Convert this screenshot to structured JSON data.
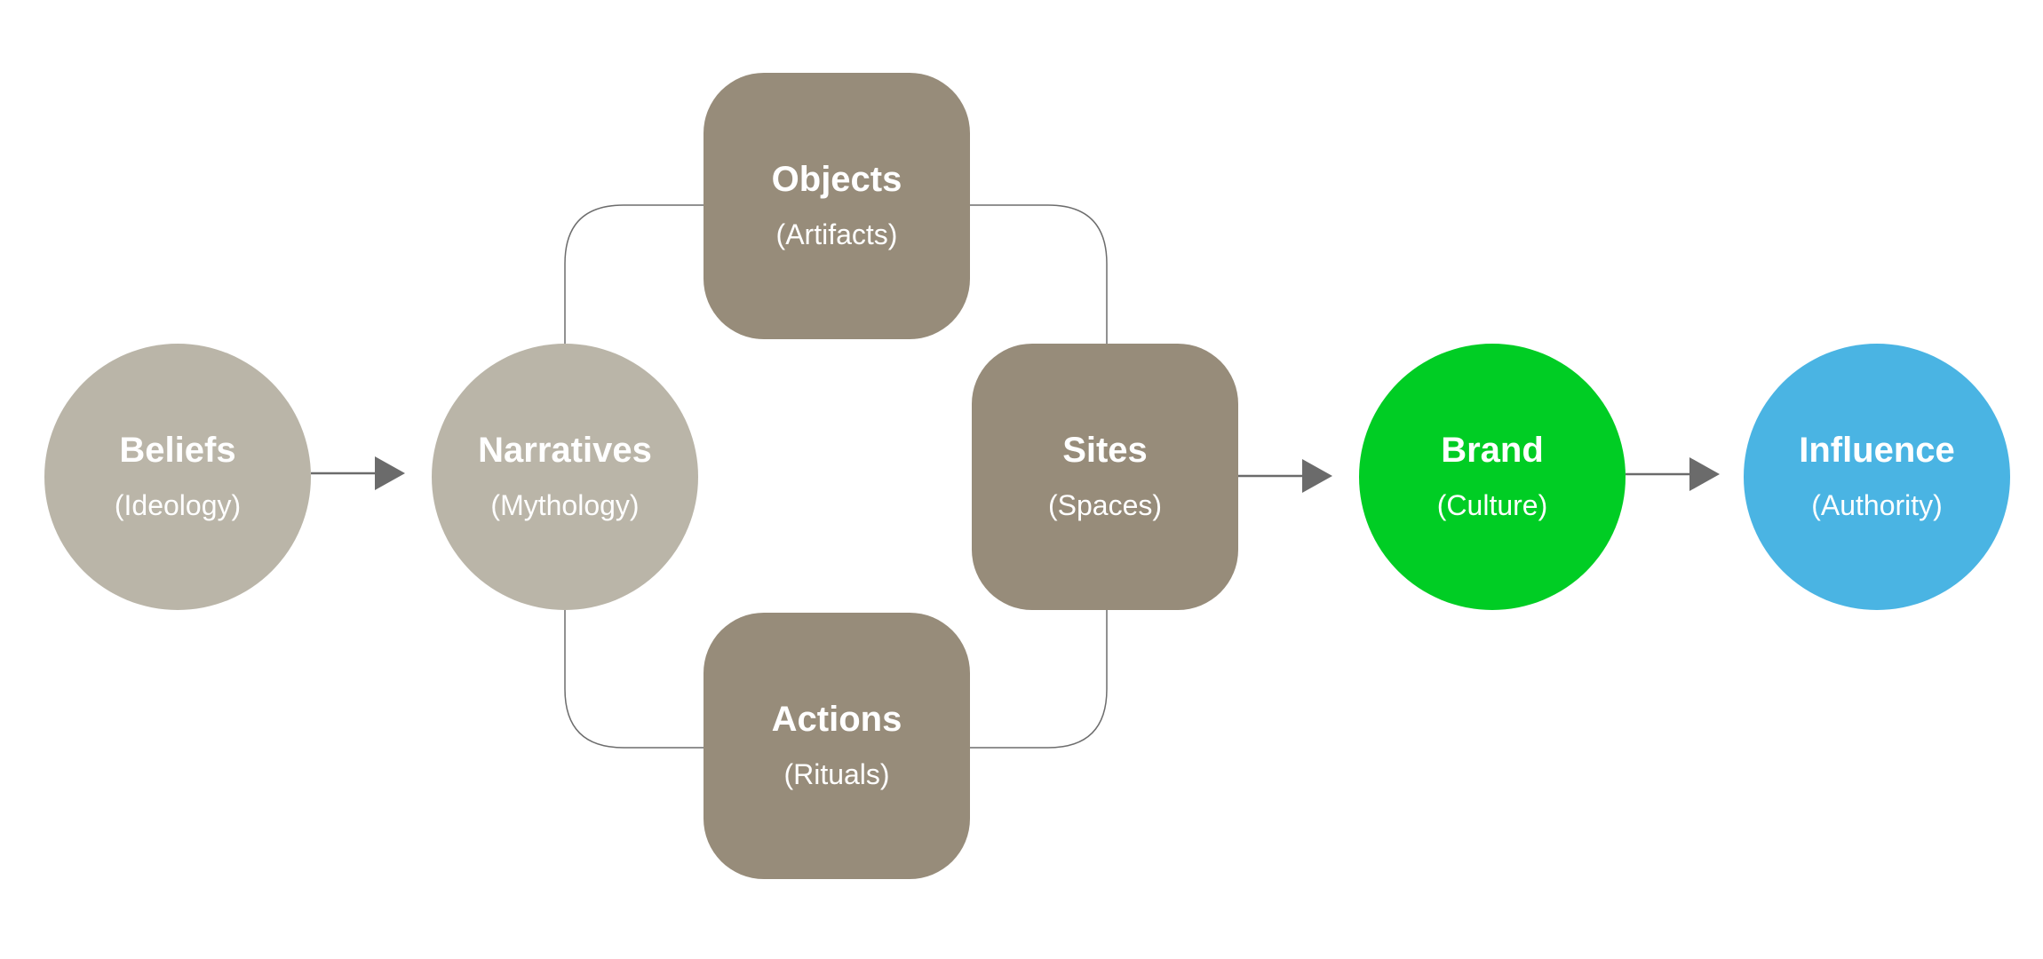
{
  "colors": {
    "light_taupe": "#bab5a8",
    "dark_taupe": "#978c7a",
    "brand_green": "#00cd24",
    "influence_blue": "#4ab4e3",
    "connector": "#6d6d6d",
    "arrow": "#6b6b6b"
  },
  "nodes": {
    "beliefs": {
      "title": "Beliefs",
      "subtitle": "(Ideology)"
    },
    "narratives": {
      "title": "Narratives",
      "subtitle": "(Mythology)"
    },
    "objects": {
      "title": "Objects",
      "subtitle": "(Artifacts)"
    },
    "sites": {
      "title": "Sites",
      "subtitle": "(Spaces)"
    },
    "actions": {
      "title": "Actions",
      "subtitle": "(Rituals)"
    },
    "brand": {
      "title": "Brand",
      "subtitle": "(Culture)"
    },
    "influence": {
      "title": "Influence",
      "subtitle": "(Authority)"
    }
  }
}
